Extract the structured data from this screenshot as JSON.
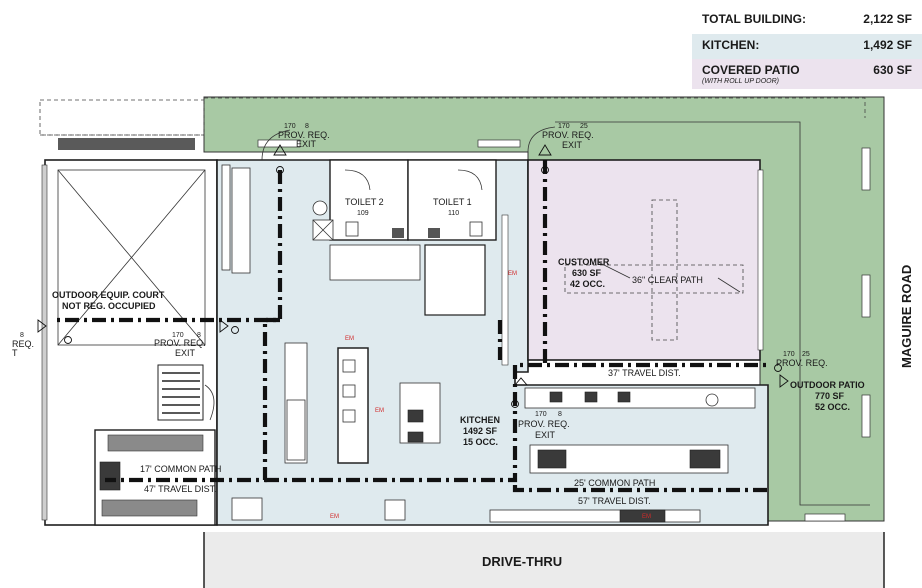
{
  "legend": {
    "total": {
      "label": "TOTAL BUILDING:",
      "value": "2,122 SF"
    },
    "kitchen": {
      "label": "KITCHEN:",
      "value": "1,492 SF"
    },
    "patio": {
      "label": "COVERED PATIO",
      "sublabel": "(WITH ROLL UP DOOR)",
      "value": "630 SF"
    }
  },
  "colors": {
    "kitchen_fill": "#dfeaee",
    "patio_fill": "#ece3ee",
    "outdoor_fill": "#a8c9a4",
    "path": "#111111",
    "em": "#d12a2a"
  },
  "rooms": {
    "outdoor_equip": {
      "line1": "OUTDOOR EQUIP. COURT",
      "line2": "NOT REG. OCCUPIED"
    },
    "toilet2": {
      "name": "TOILET 2",
      "num": "109"
    },
    "toilet1": {
      "name": "TOILET 1",
      "num": "110"
    },
    "customer": {
      "name": "CUSTOMER",
      "area": "630 SF",
      "occ": "42 OCC."
    },
    "kitchen": {
      "name": "KITCHEN",
      "area": "1492 SF",
      "occ": "15 OCC."
    },
    "outdoor_patio": {
      "name": "OUTDOOR PATIO",
      "area": "770 SF",
      "occ": "52 OCC."
    }
  },
  "exits": {
    "top_left": {
      "l1": "170",
      "l2": "8",
      "l3": "PROV. REQ.",
      "l4": "EXIT"
    },
    "top_right": {
      "l1": "170",
      "l2": "25",
      "l3": "PROV. REQ.",
      "l4": "EXIT"
    },
    "mid_left": {
      "l1": "170",
      "l2": "8",
      "l3": "PROV. REQ.",
      "l4": "EXIT"
    },
    "far_left": {
      "l1": "8",
      "l2": "REQ.",
      "l3": "T"
    },
    "right": {
      "l1": "170",
      "l2": "25",
      "l3": "PROV. REQ."
    },
    "kitchen": {
      "l1": "170",
      "l2": "8",
      "l3": "PROV. REQ.",
      "l4": "EXIT"
    }
  },
  "paths": {
    "clear_path": "36\" CLEAR PATH",
    "travel_37": "37' TRAVEL DIST.",
    "common_17": "17' COMMON PATH",
    "travel_47": "47' TRAVEL DIST.",
    "common_25": "25' COMMON PATH",
    "travel_57": "57' TRAVEL DIST."
  },
  "em_label": "EM",
  "streets": {
    "maguire": "MAGUIRE ROAD",
    "drive_thru": "DRIVE-THRU"
  }
}
